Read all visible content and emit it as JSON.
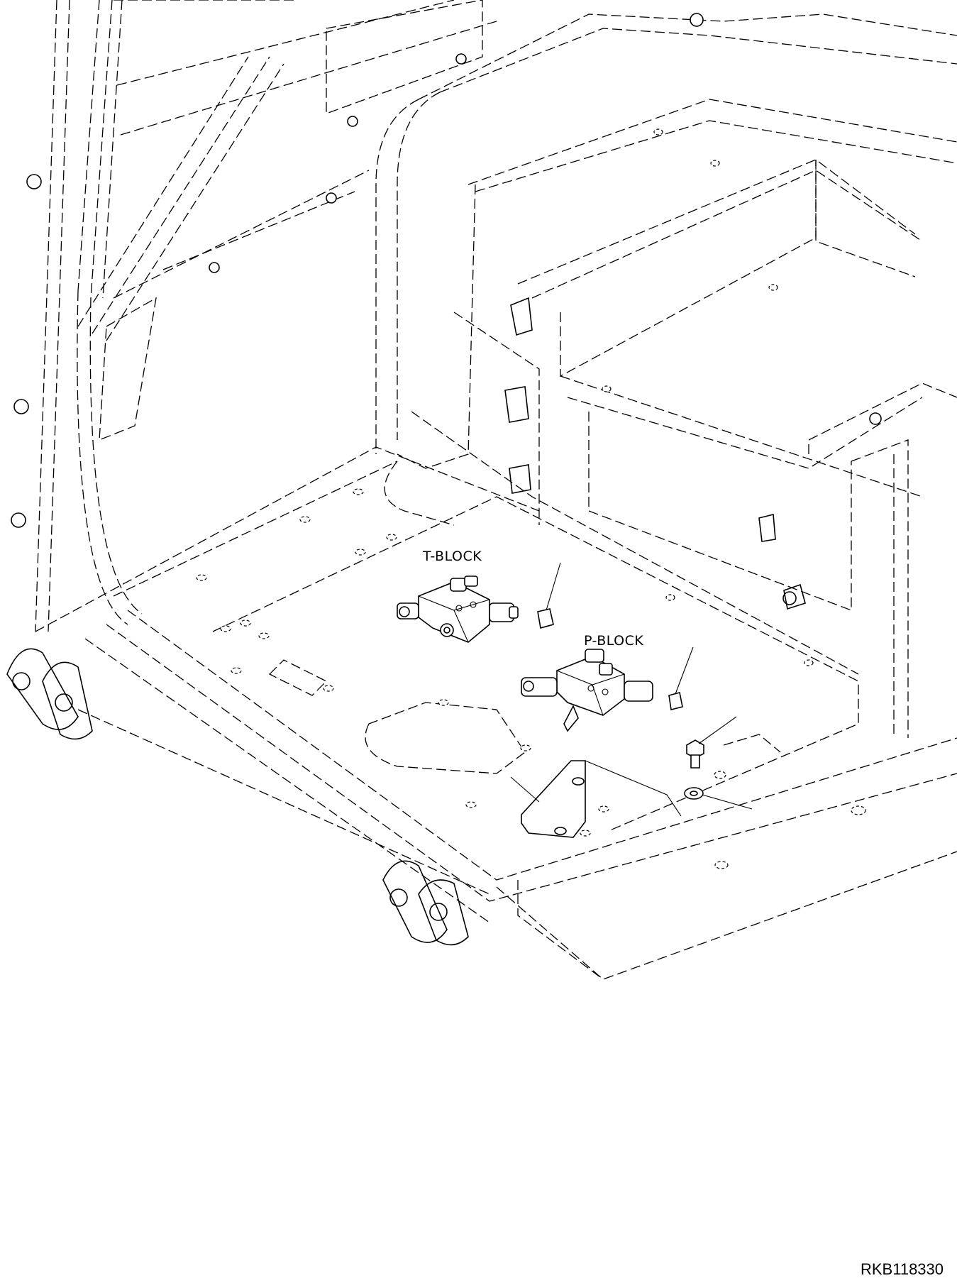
{
  "labels": {
    "t_block": "T-BLOCK",
    "p_block": "P-BLOCK",
    "drawing_code": "RKB118330"
  },
  "colors": {
    "ink": "#000000",
    "paper": "#ffffff"
  }
}
